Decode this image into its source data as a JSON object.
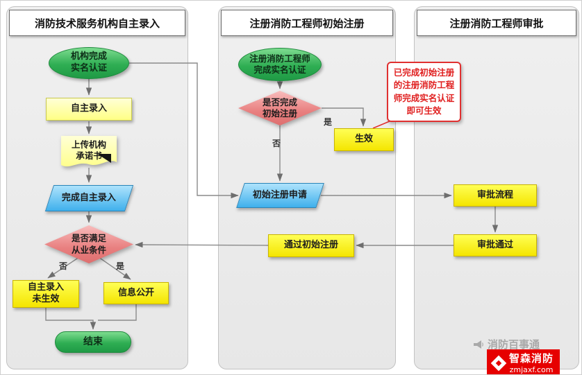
{
  "lanes": {
    "org": {
      "title": "消防技术服务机构自主录入"
    },
    "engineer": {
      "title": "注册消防工程师初始注册"
    },
    "approval": {
      "title": "注册消防工程师审批"
    }
  },
  "org": {
    "start": "机构完成\n实名认证",
    "self_entry": "自主录入",
    "upload": "上传机构\n承诺书",
    "complete_entry": "完成自主录入",
    "condition": "是否满足\n从业条件",
    "no_label": "否",
    "yes_label": "是",
    "not_effective": "自主录入\n未生效",
    "disclosure": "信息公开",
    "end": "结束"
  },
  "engineer": {
    "start": "注册消防工程师\n完成实名认证",
    "check": "是否完成\n初始注册",
    "yes_label": "是",
    "no_label": "否",
    "effective": "生效",
    "apply": "初始注册申请",
    "pass": "通过初始注册",
    "callout": "已完成初始注册\n的注册消防工程\n师完成实名认证\n即可生效"
  },
  "approval": {
    "flow": "审批流程",
    "passed": "审批通过"
  },
  "watermark": {
    "media": "消防百事通"
  },
  "brand": {
    "name": "智森消防",
    "site": "zmjaxf.com"
  },
  "colors": {
    "green": "#2fae53",
    "light_yellow": "#ffff85",
    "bright_yellow": "#f4e500",
    "blue": "#3fb0ec",
    "pink": "#e87f7f",
    "callout_red": "#e03030",
    "brand_red": "#e60000"
  }
}
